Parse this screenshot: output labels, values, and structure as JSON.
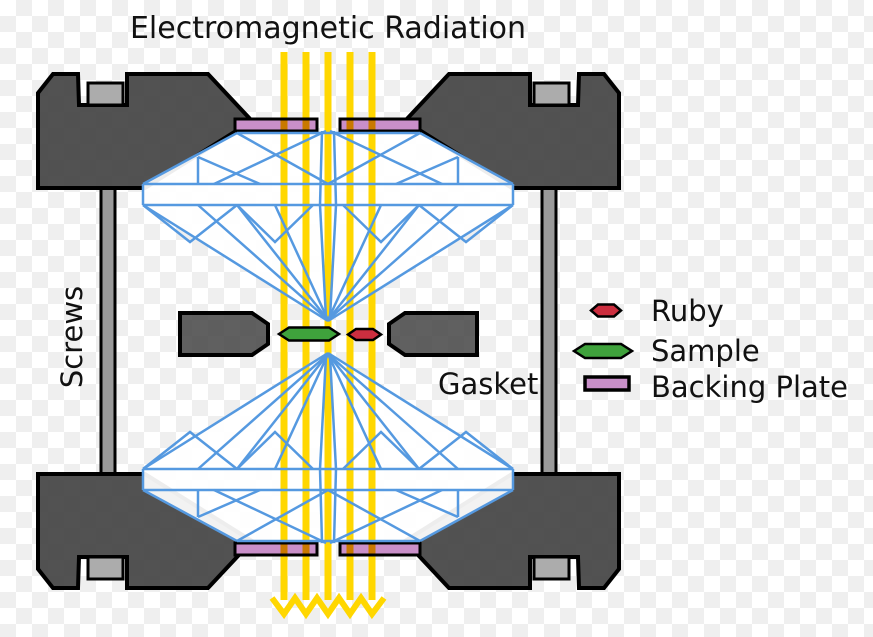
{
  "title": "Electromagnetic Radiation",
  "labels": {
    "screws": "Screws",
    "gasket": "Gasket"
  },
  "legend": {
    "items": [
      {
        "label": "Ruby",
        "color": "#CC2E3F",
        "marker": "hexagon"
      },
      {
        "label": "Sample",
        "color": "#3FA23C",
        "marker": "hexagon"
      },
      {
        "label": "Backing Plate",
        "color": "#C98FC9",
        "marker": "rectangle"
      }
    ]
  },
  "beams": {
    "count": 5
  },
  "colors": {
    "beam": "#FFD700",
    "diamond_outline": "#5599E0",
    "diamond_fill": "#FFFFFF",
    "clamp": "#454545",
    "gasket": "#4A4A4A",
    "rod": "#9A9A9A",
    "screw_head": "#ACACAC",
    "backing_plate": "#C98FC9",
    "sample": "#3FA23C",
    "ruby": "#CC2E3F",
    "outline": "#000000",
    "text": "#111111"
  }
}
